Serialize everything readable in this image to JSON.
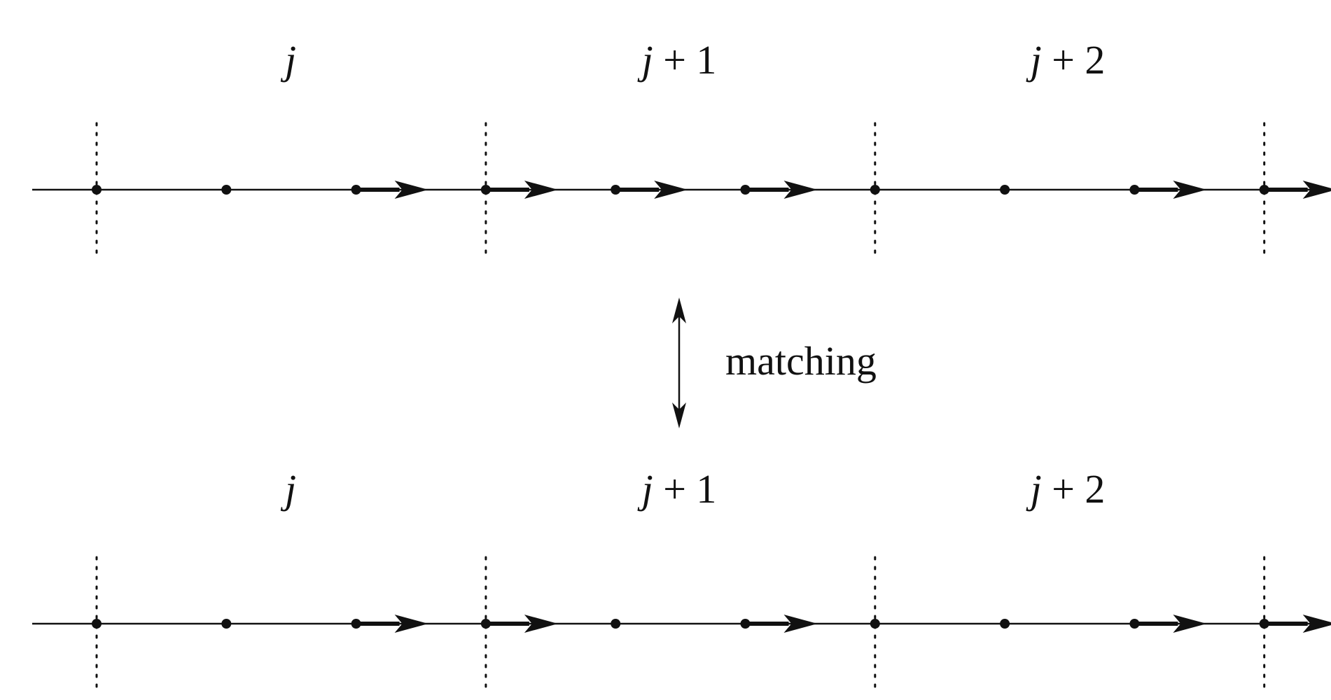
{
  "colors": {
    "ink": "#111111",
    "background": "#ffffff"
  },
  "top_row": {
    "block_labels": [
      {
        "var": "j",
        "suffix": ""
      },
      {
        "var": "j",
        "suffix": " + 1"
      },
      {
        "var": "j",
        "suffix": " + 2"
      }
    ],
    "arrows_from_sites": [
      2,
      3,
      4,
      5,
      8,
      9
    ]
  },
  "bottom_row": {
    "block_labels": [
      {
        "var": "j",
        "suffix": ""
      },
      {
        "var": "j",
        "suffix": " + 1"
      },
      {
        "var": "j",
        "suffix": " + 2"
      }
    ],
    "arrows_from_sites": [
      2,
      3,
      5,
      8,
      9
    ]
  },
  "matching": {
    "label": "matching"
  }
}
